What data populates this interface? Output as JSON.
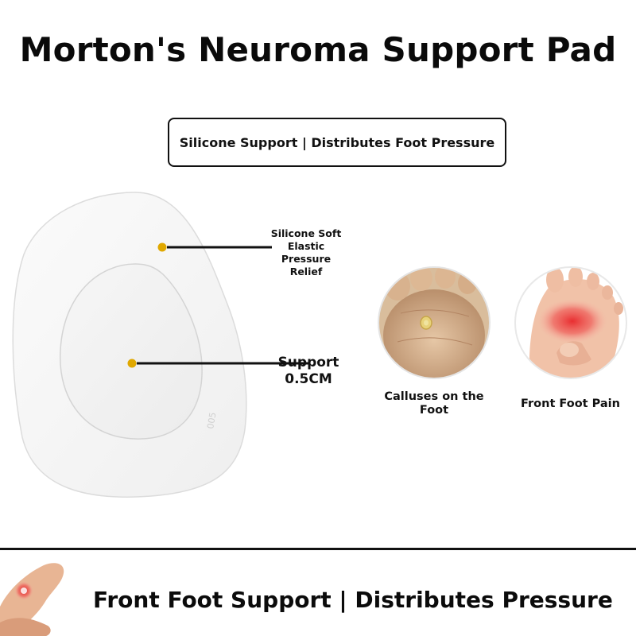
{
  "header": {
    "title": "Morton's Neuroma Support Pad",
    "subtitle": "Silicone Support | Distributes Foot Pressure"
  },
  "product": {
    "callouts": [
      {
        "label": "Silicone Soft Elastic Pressure Relief",
        "lines": [
          "Silicone Soft",
          "Elastic",
          "Pressure",
          "Relief"
        ]
      },
      {
        "label": "Support 0.5CM",
        "lines": [
          "Support",
          "0.5CM"
        ]
      }
    ],
    "marker_color": "#e0a800"
  },
  "conditions": [
    {
      "caption": "Calluses on the Foot",
      "lines": [
        "Calluses on the",
        "Foot"
      ]
    },
    {
      "caption": "Front Foot Pain"
    }
  ],
  "footer": {
    "text": "Front Foot Support | Distributes Pressure"
  }
}
